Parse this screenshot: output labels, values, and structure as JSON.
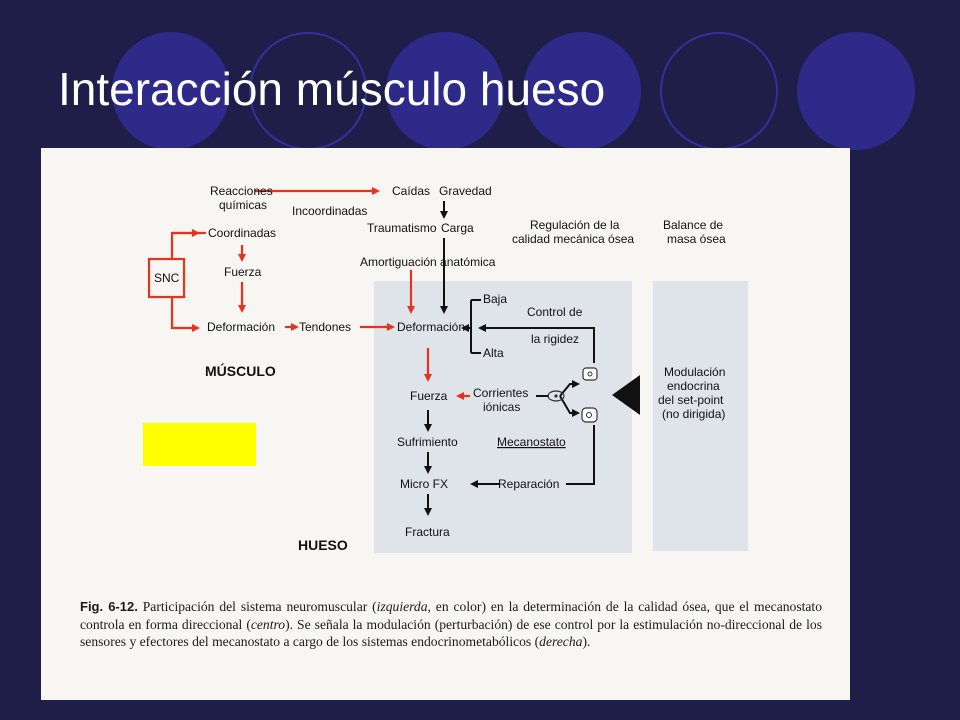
{
  "slide": {
    "title": "Interacción músculo hueso"
  },
  "diagram": {
    "labels": {
      "reacciones_1": "Reacciones",
      "reacciones_2": "químicas",
      "incoordinadas": "Incoordinadas",
      "caidas": "Caídas",
      "gravedad": "Gravedad",
      "carga": "Carga",
      "traumatismo": "Traumatismo",
      "coordinadas": "Coordinadas",
      "snc": "SNC",
      "fuerza_musculo": "Fuerza",
      "amortiguacion": "Amortiguación anatómica",
      "deformacion_musculo": "Deformación",
      "tendones": "Tendones",
      "deformacion_hueso": "Deformación",
      "baja": "Baja",
      "alta": "Alta",
      "control_de": "Control de",
      "la_rigidez": "la rigidez",
      "musculo": "MÚSCULO",
      "fuerza_hueso": "Fuerza",
      "corrientes": "Corrientes",
      "ionicas": "iónicas",
      "sufrimiento": "Sufrimiento",
      "mecanostato": "Mecanostato",
      "micro_fx": "Micro FX",
      "reparacion": "Reparación",
      "fractura": "Fractura",
      "hueso": "HUESO",
      "regulacion_1": "Regulación de la",
      "regulacion_2": "calidad mecánica ósea",
      "balance_1": "Balance de",
      "balance_2": "masa ósea",
      "modulacion_1": "Modulación",
      "modulacion_2": "endocrina",
      "modulacion_3": "del set-point",
      "modulacion_4": "(no dirigida)"
    },
    "colors": {
      "red_arrow": "#e8321e",
      "black_arrow": "#111111",
      "highlight": "#ffff00",
      "shade": "#dfe3ea"
    }
  },
  "caption": {
    "fig_label": "Fig. 6-12.",
    "text_1": "Participación del sistema neuromuscular (",
    "italic_1": "izquierda",
    "text_2": ", en color) en la determinación de la calidad ósea, que el mecanostato controla en forma direccional (",
    "italic_2": "centro",
    "text_3": "). Se señala la modulación (perturbación) de ese control por la estimulación no-direccional de los sensores y efectores del mecanostato a cargo de los sistemas endocrinometabólicos (",
    "italic_3": "derecha",
    "text_4": ")."
  }
}
